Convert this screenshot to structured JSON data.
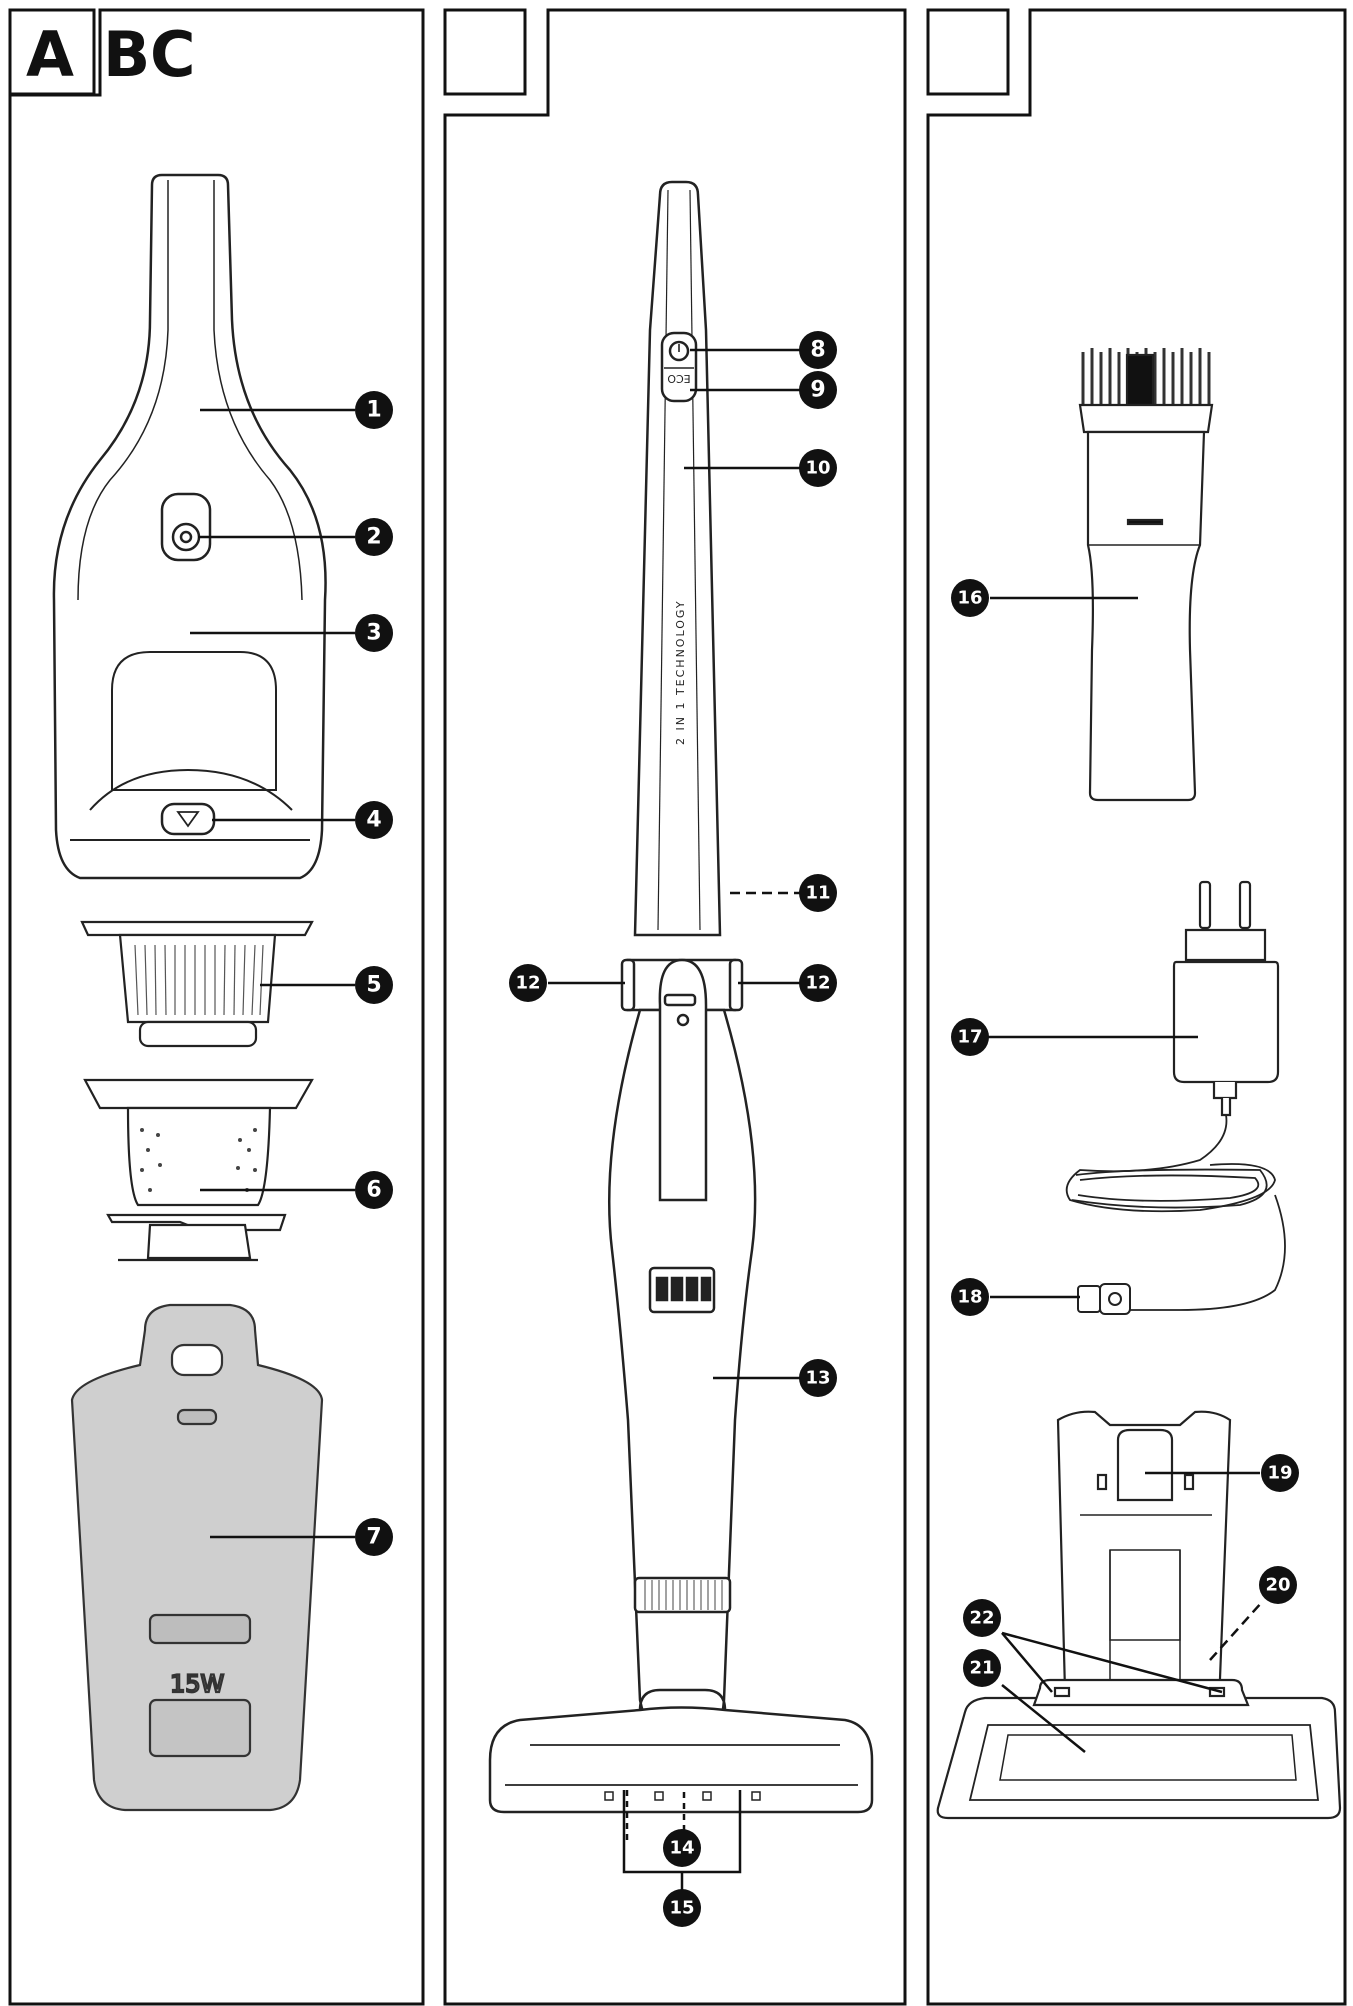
{
  "panels": [
    {
      "letter": "A"
    },
    {
      "letter": "B"
    },
    {
      "letter": "C"
    }
  ],
  "callouts": [
    "1",
    "2",
    "3",
    "4",
    "5",
    "6",
    "7",
    "8",
    "9",
    "10",
    "11",
    "12",
    "12",
    "13",
    "14",
    "15",
    "16",
    "17",
    "18",
    "19",
    "20",
    "21",
    "22"
  ],
  "device_text": {
    "eco_label": "ECO",
    "shaft_text": "2 IN 1 TECHNOLOGY",
    "holder_text": "15W"
  }
}
